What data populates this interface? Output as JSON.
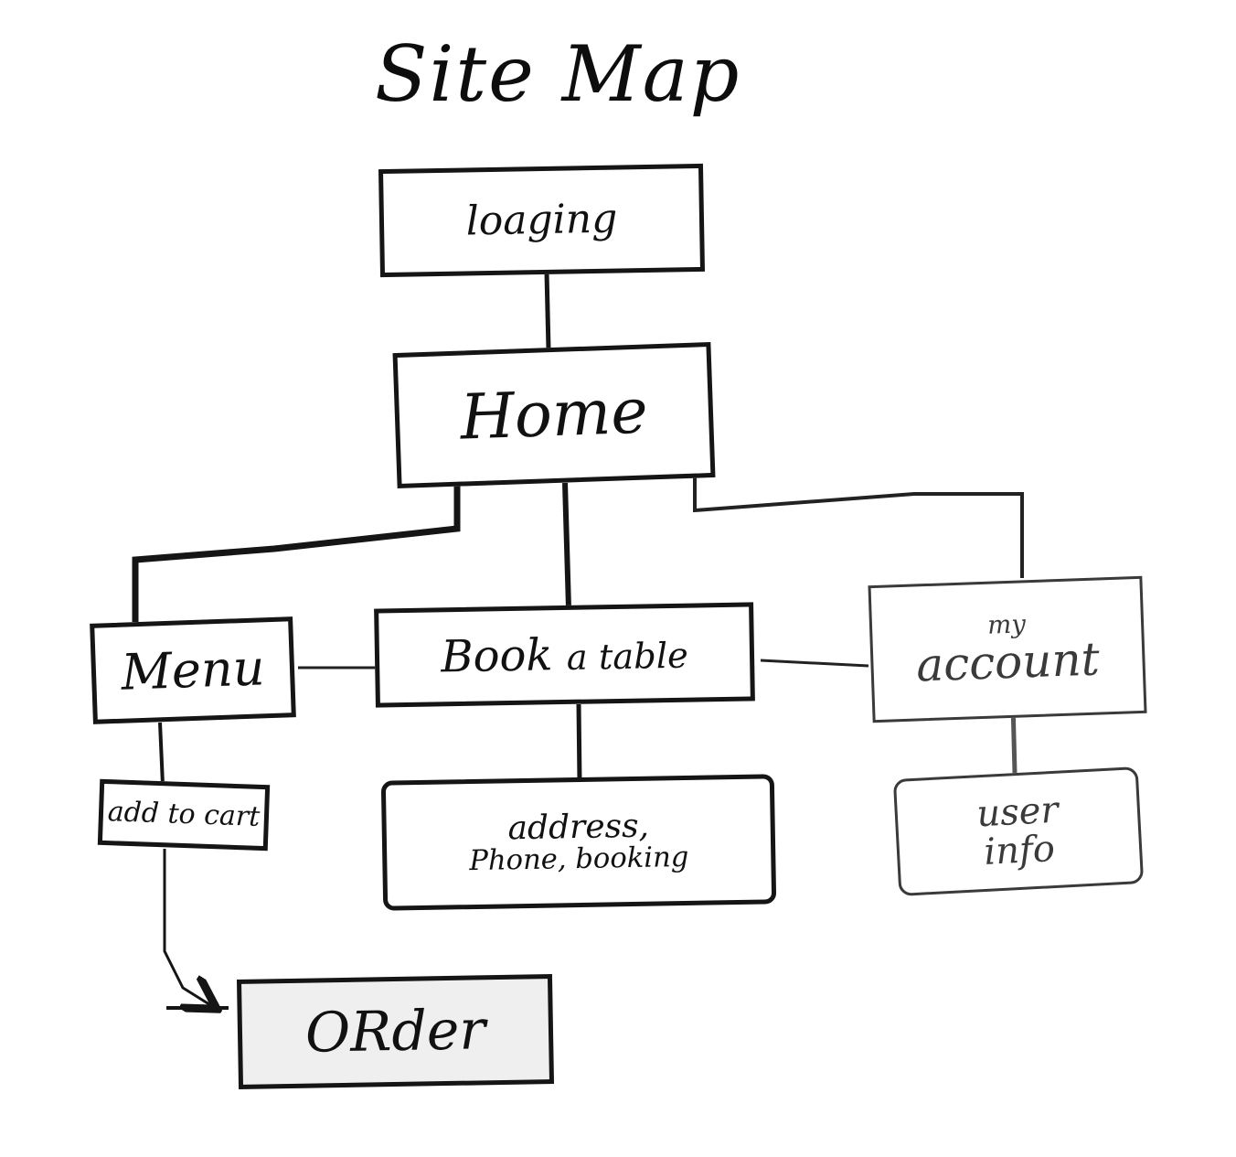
{
  "title": "Site Map",
  "nodes": {
    "loaging": {
      "label": "loaging"
    },
    "home": {
      "label": "Home"
    },
    "menu": {
      "label": "Menu"
    },
    "book_a_table": {
      "label_top": "Book",
      "label_bottom": "a table"
    },
    "my_account": {
      "label_top": "my",
      "label_bottom": "account"
    },
    "add_to_cart": {
      "label": "add to cart"
    },
    "address_phone_booking": {
      "label_top": "address,",
      "label_bottom": "Phone, booking"
    },
    "user_info": {
      "label_top": "user",
      "label_bottom": "info"
    },
    "order": {
      "label": "ORder"
    }
  },
  "edges": [
    [
      "loaging",
      "home"
    ],
    [
      "home",
      "menu"
    ],
    [
      "home",
      "book_a_table"
    ],
    [
      "home",
      "my_account"
    ],
    [
      "menu",
      "book_a_table"
    ],
    [
      "book_a_table",
      "my_account"
    ],
    [
      "menu",
      "add_to_cart"
    ],
    [
      "book_a_table",
      "address_phone_booking"
    ],
    [
      "my_account",
      "user_info"
    ],
    [
      "add_to_cart",
      "order"
    ]
  ],
  "colors": {
    "ink": "#151515",
    "pencil": "#3a3a3a",
    "paper": "#ffffff"
  }
}
